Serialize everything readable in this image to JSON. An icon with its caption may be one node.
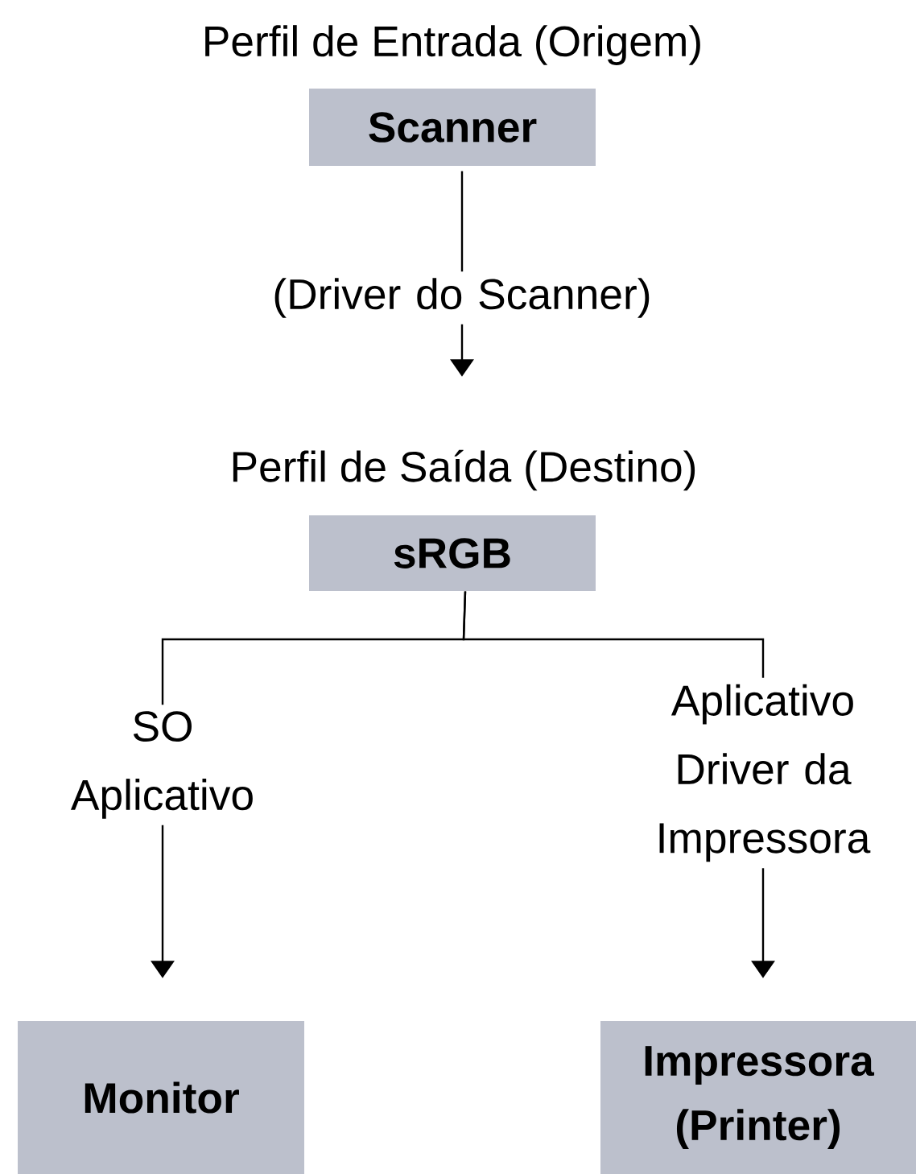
{
  "diagram": {
    "nodes": [
      {
        "text": [
          "Perfil de Entrada (Origem)",
          "Scanner"
        ]
      },
      {
        "text": [
          "Perfil de Saída (Destino)",
          "sRGB"
        ]
      },
      {
        "text": [
          "Monitor"
        ]
      },
      {
        "text": [
          "Impressora (Printer)"
        ]
      }
    ],
    "edges": [
      {
        "from": 0,
        "to": 1,
        "arrow": "to",
        "label": "(Driver do Scanner)"
      },
      {
        "from": 1,
        "to": 2,
        "arrow": "to",
        "label": "SO Aplicativo"
      },
      {
        "from": 1,
        "to": 3,
        "arrow": "to",
        "label": "Aplicativo Driver da Impressora"
      }
    ]
  }
}
